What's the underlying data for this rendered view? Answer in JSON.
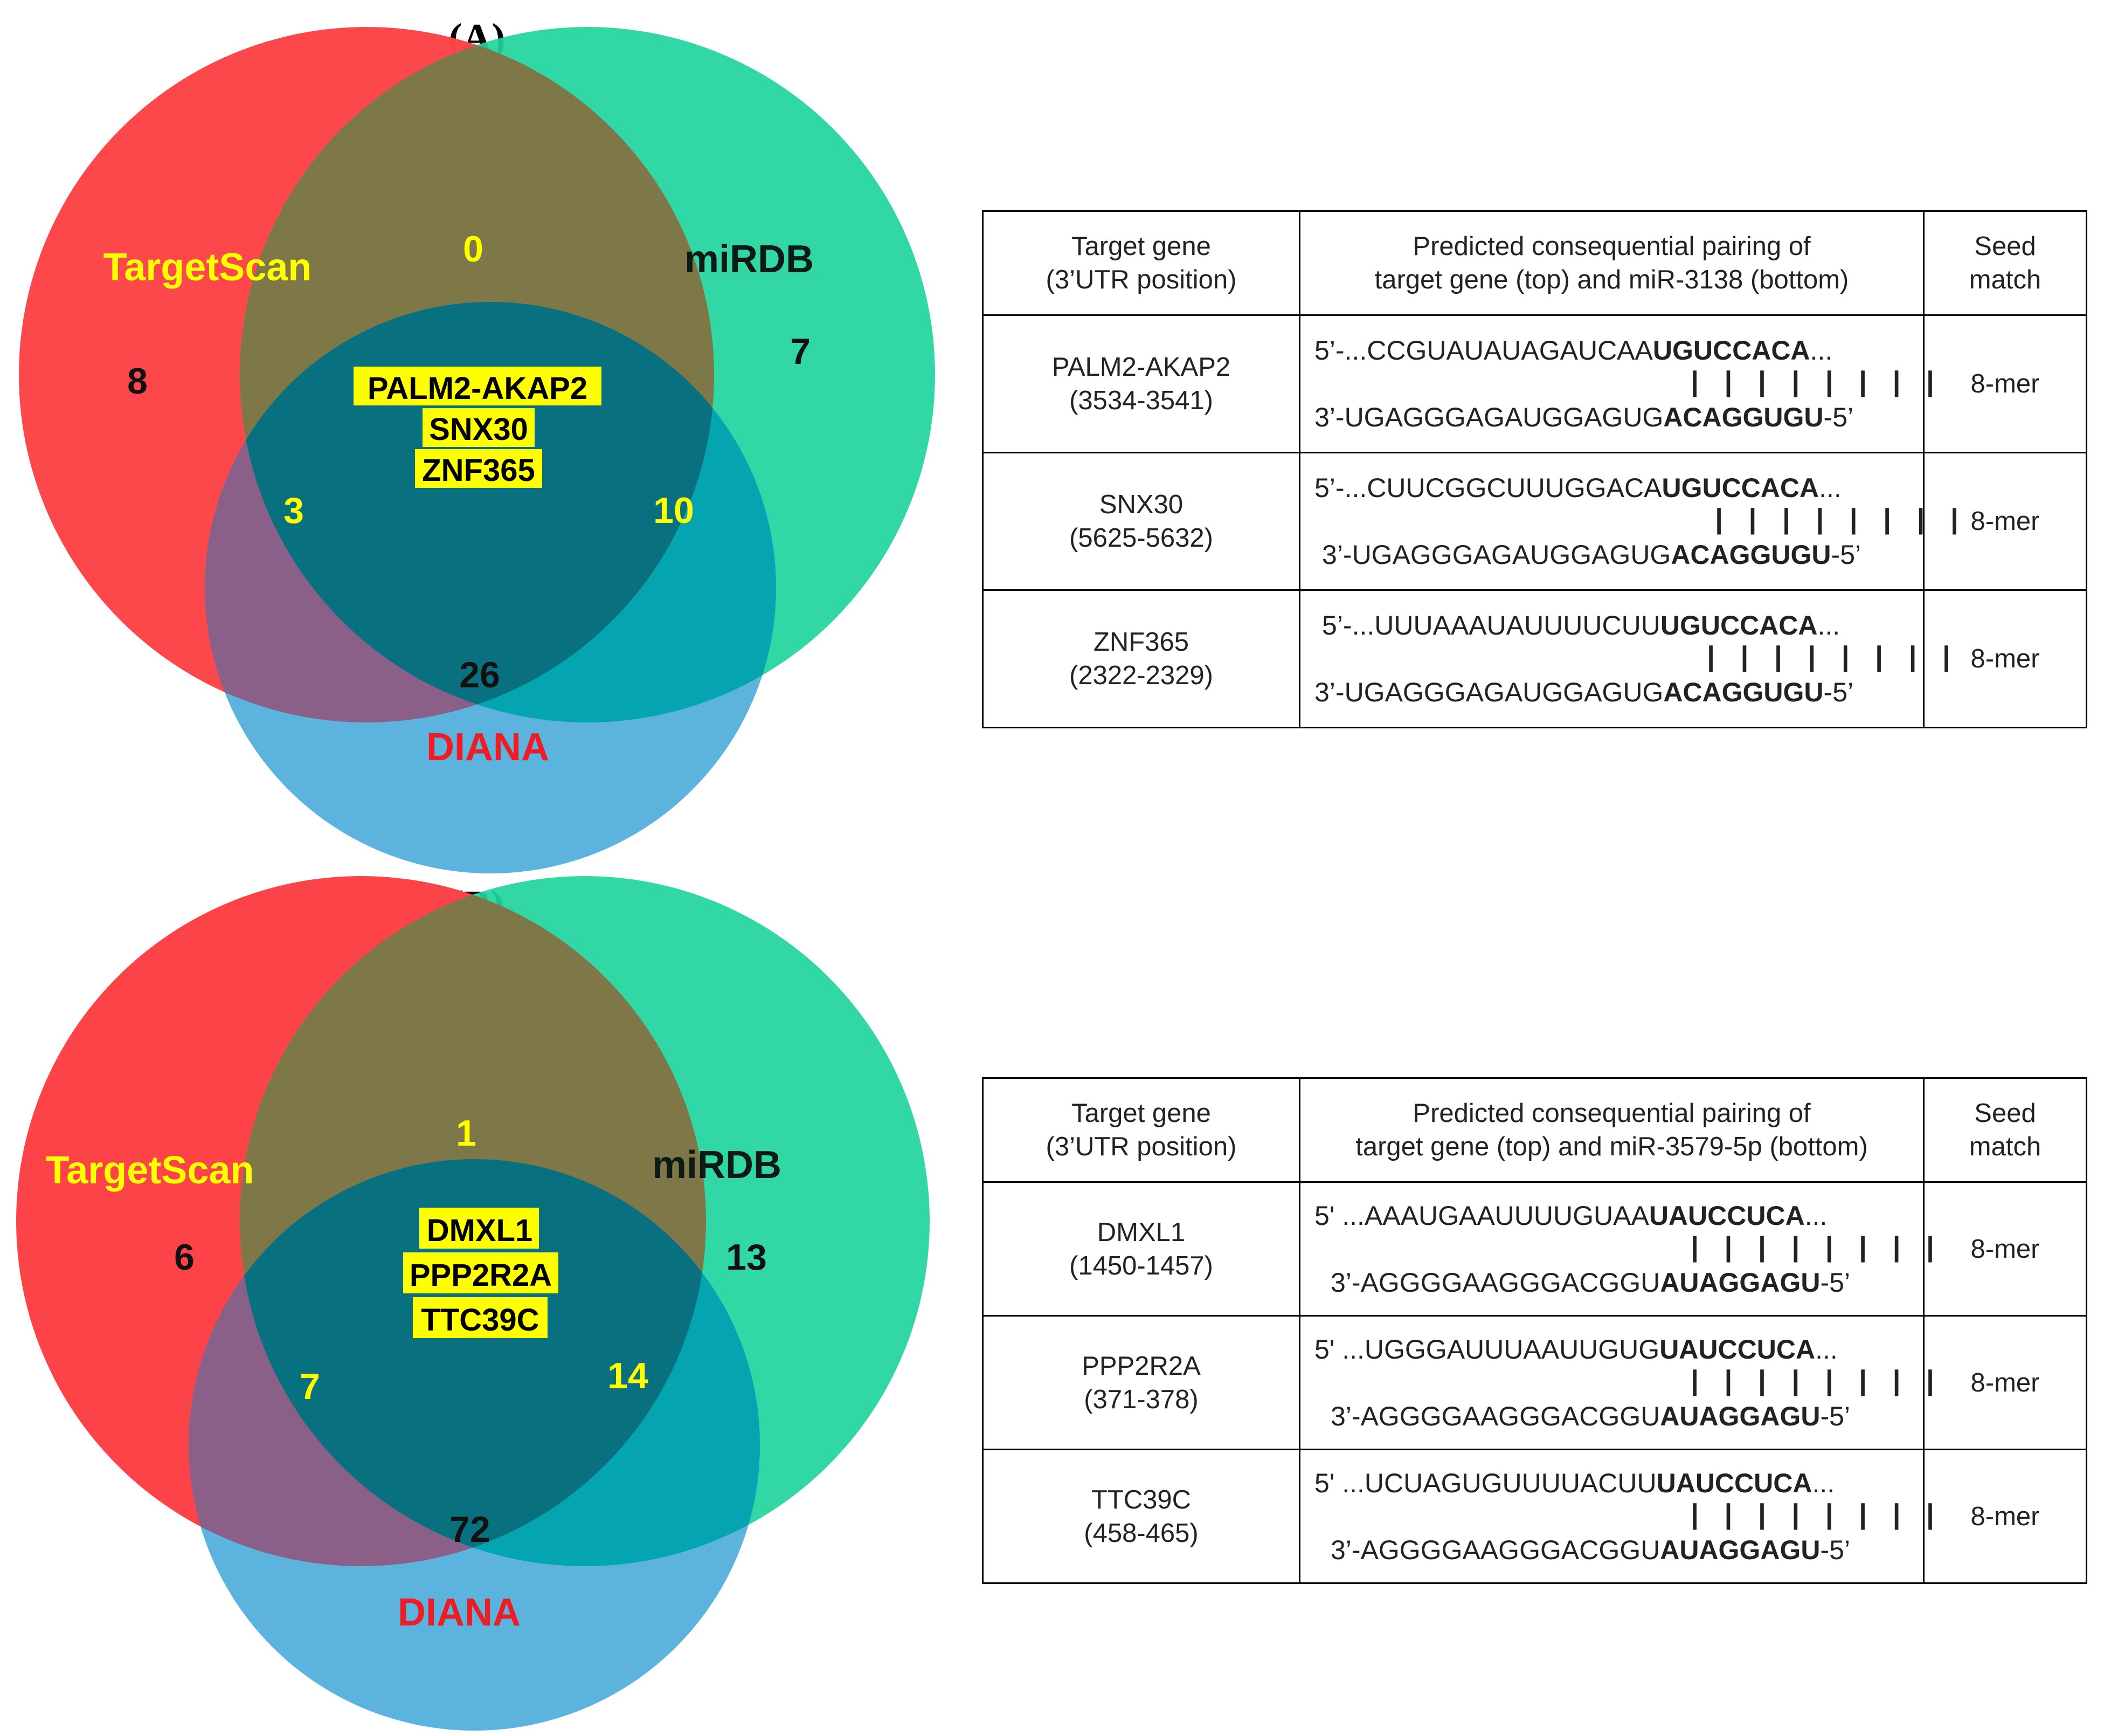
{
  "panels": [
    {
      "label": "(A)",
      "venn": {
        "sets": [
          {
            "name": "TargetScan",
            "color": "#fc4347"
          },
          {
            "name": "miRDB",
            "color": "#1fd49d"
          },
          {
            "name": "DIANA",
            "color": "#4eaedb"
          }
        ],
        "counts": {
          "targetscan_only": "8",
          "mirdb_only": "7",
          "diana_only": "26",
          "targetscan_mirdb": "0",
          "targetscan_diana": "3",
          "mirdb_diana": "10"
        },
        "common_genes": [
          "PALM2-AKAP2",
          "SNX30",
          "ZNF365"
        ]
      },
      "table": {
        "headers": {
          "gene_line1": "Target gene",
          "gene_line2": "(3’UTR position)",
          "pair_line1": "Predicted consequential pairing of",
          "pair_line2": "target gene (top) and miR-3138 (bottom)",
          "seed_line1": "Seed",
          "seed_line2": "match"
        },
        "rows": [
          {
            "gene": "PALM2-AKAP2",
            "position": "(3534-3541)",
            "top_pre": "5’-...CCGUAUAUAGAUCAA",
            "top_seed": "UGUCCACA",
            "top_post": "...",
            "bars": "| | | | | | | |",
            "bottom_pre": "3’-UGAGGGAGAUGGAGUG",
            "bottom_seed": "ACAGGUGU",
            "bottom_post": "-5’",
            "seed": "8-mer"
          },
          {
            "gene": "SNX30",
            "position": "(5625-5632)",
            "top_pre": "5’-...CUUCGGCUUUGGACA",
            "top_seed": "UGUCCACA",
            "top_post": "...",
            "bars": "| | | | | | | |",
            "bottom_pre": "3’-UGAGGGAGAUGGAGUG",
            "bottom_seed": "ACAGGUGU",
            "bottom_post": "-5’",
            "seed": "8-mer"
          },
          {
            "gene": "ZNF365",
            "position": "(2322-2329)",
            "top_pre": "5’-...UUUAAAUAUUUUCUU",
            "top_seed": "UGUCCACA",
            "top_post": "...",
            "bars": "| | | | | | | |",
            "bottom_pre": "3’-UGAGGGAGAUGGAGUG",
            "bottom_seed": "ACAGGUGU",
            "bottom_post": "-5’",
            "seed": "8-mer"
          }
        ]
      }
    },
    {
      "label": "(B)",
      "venn": {
        "sets": [
          {
            "name": "TargetScan",
            "color": "#fc4347"
          },
          {
            "name": "miRDB",
            "color": "#1fd49d"
          },
          {
            "name": "DIANA",
            "color": "#4eaedb"
          }
        ],
        "counts": {
          "targetscan_only": "6",
          "mirdb_only": "13",
          "diana_only": "72",
          "targetscan_mirdb": "1",
          "targetscan_diana": "7",
          "mirdb_diana": "14"
        },
        "common_genes": [
          "DMXL1",
          "PPP2R2A",
          "TTC39C"
        ]
      },
      "table": {
        "headers": {
          "gene_line1": "Target gene",
          "gene_line2": "(3’UTR position)",
          "pair_line1": "Predicted consequential pairing of",
          "pair_line2": "target gene (top) and miR-3579-5p (bottom)",
          "seed_line1": "Seed",
          "seed_line2": "match"
        },
        "rows": [
          {
            "gene": "DMXL1",
            "position": "(1450-1457)",
            "top_pre": "5' ...AAAUGAAUUUUGUAA",
            "top_seed": "UAUCCUCA",
            "top_post": "...",
            "bars": "| | | | | | | |",
            "bottom_pre": "3’-AGGGGAAGGGACGGU",
            "bottom_seed": "AUAGGAGU",
            "bottom_post": "-5’",
            "seed": "8-mer"
          },
          {
            "gene": "PPP2R2A",
            "position": "(371-378)",
            "top_pre": "5' ...UGGGAUUUAAUUGUG",
            "top_seed": "UAUCCUCA",
            "top_post": "...",
            "bars": "| | | | | | | |",
            "bottom_pre": "3’-AGGGGAAGGGACGGU",
            "bottom_seed": "AUAGGAGU",
            "bottom_post": "-5’",
            "seed": "8-mer"
          },
          {
            "gene": "TTC39C",
            "position": "(458-465)",
            "top_pre": "5' ...UCUAGUGUUUUACUU",
            "top_seed": "UAUCCUCA",
            "top_post": "...",
            "bars": "| | | | | | | |",
            "bottom_pre": "3’-AGGGGAAGGGACGGU",
            "bottom_seed": "AUAGGAGU",
            "bottom_post": "-5’",
            "seed": "8-mer"
          }
        ]
      }
    }
  ]
}
